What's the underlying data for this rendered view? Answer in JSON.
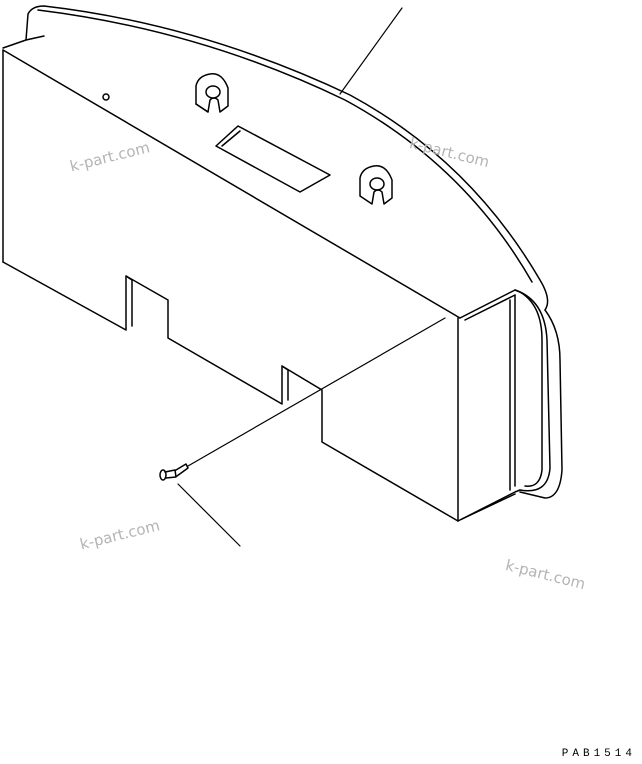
{
  "drawing": {
    "code": "PAB1514",
    "watermarks": [
      "k-part.com",
      "k-part.com",
      "k-part.com",
      "k-part.com"
    ],
    "line_color": "#000000",
    "watermark_color": "#b4b4b4",
    "background": "#ffffff"
  }
}
